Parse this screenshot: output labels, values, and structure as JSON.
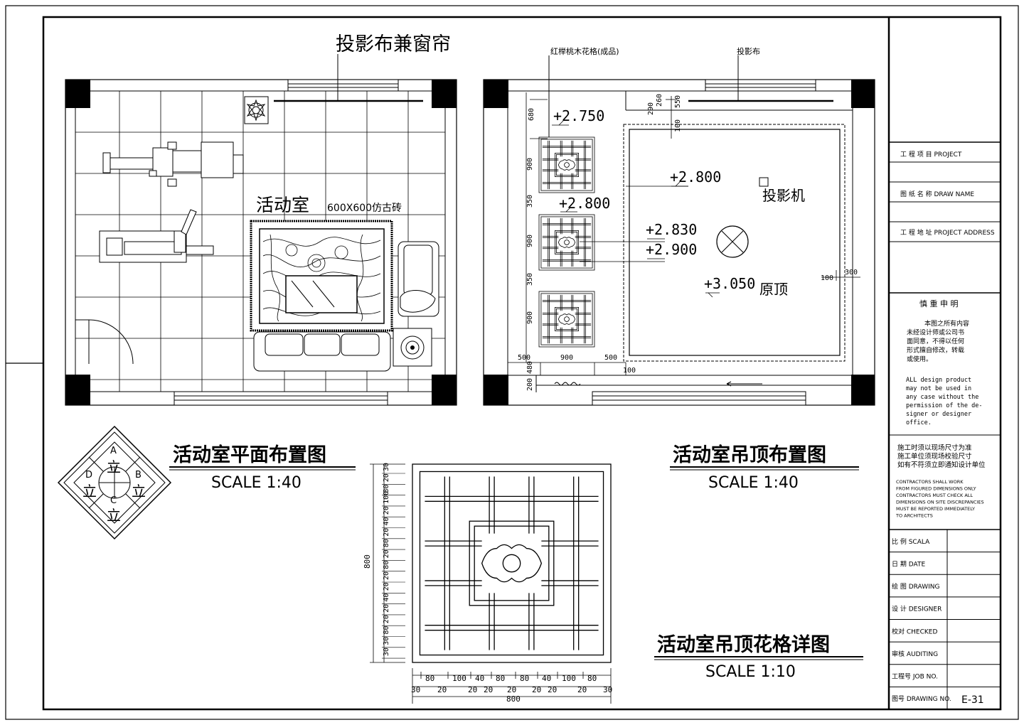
{
  "plan": {
    "curtain_label": "投影布兼窗帘",
    "room_label": "活动室",
    "tile_label": "600X600仿古砖",
    "title": "活动室平面布置图",
    "scale": "SCALE 1:40"
  },
  "ceiling": {
    "lattice_label": "红榉桃木花格(成品)",
    "screen_label": "投影布",
    "projector_label": "投影机",
    "original_label": "原顶",
    "levels": [
      "+2.750",
      "+2.800",
      "+2.800",
      "+2.830",
      "+2.900",
      "+3.050"
    ],
    "dims_top": [
      "680",
      "260",
      "290",
      "550",
      "100"
    ],
    "dims_left": [
      "900",
      "350",
      "900",
      "350",
      "900"
    ],
    "dims_bottom": [
      "500",
      "900",
      "500",
      "100",
      "480",
      "200"
    ],
    "dims_right": [
      "100",
      "300"
    ],
    "title": "活动室吊顶布置图",
    "scale": "SCALE 1:40"
  },
  "detail": {
    "title": "活动室吊顶花格详图",
    "scale": "SCALE 1:10",
    "total": "800",
    "dims_row1": [
      "80",
      "100",
      "40",
      "80",
      "80",
      "40",
      "100",
      "80"
    ],
    "dims_row2": [
      "30",
      "20",
      "20",
      "20",
      "20",
      "20",
      "20",
      "20",
      "30"
    ],
    "dims_left": [
      "30",
      "20",
      "80",
      "100",
      "20",
      "40",
      "20",
      "80",
      "20",
      "80",
      "20",
      "20",
      "40",
      "20",
      "20",
      "80",
      "30",
      "30"
    ]
  },
  "legend": {
    "cells": [
      "A",
      "立",
      "D",
      "立",
      "B",
      "立",
      "C",
      "立"
    ]
  },
  "title_block": {
    "project": "工 程 项 目  PROJECT",
    "drawing_name": "图 纸 名 称  DRAW NAME",
    "address": "工 程 地 址  PROJECT ADDRESS",
    "notice_title": "慎 重 申 明",
    "notice_cn": [
      "本图之所有内容",
      "未经设计师或公司书",
      "面同意，不得以任何",
      "形式擅自修改，转载",
      "或使用。"
    ],
    "notice_en": [
      "ALL design product",
      "may not be used in",
      "any case without the",
      "permission of the de-",
      "signer or designer",
      "office."
    ],
    "warn_cn": [
      "施工时须以现场尺寸为准",
      "施工单位须现场校验尺寸",
      "如有不符须立即通知设计单位"
    ],
    "warn_en": [
      "CONTRACTORS SHALL WORK",
      "FROM FIGURED DIMENSIONS ONLY",
      "CONTRACTORS MUST CHECK ALL",
      "DIMENSIONS ON SITE DISCREPANCIES",
      "MUST BE REPORTED IMMEDIATELY",
      "TO ARCHITECTS"
    ],
    "rows": [
      "比 例 SCALA",
      "日 期 DATE",
      "绘 图 DRAWING",
      "设 计 DESIGNER",
      "校对  CHECKED",
      "审核  AUDITING",
      "工程号 JOB NO.",
      "图号 DRAWING NO."
    ],
    "drawing_no": "E-31"
  }
}
